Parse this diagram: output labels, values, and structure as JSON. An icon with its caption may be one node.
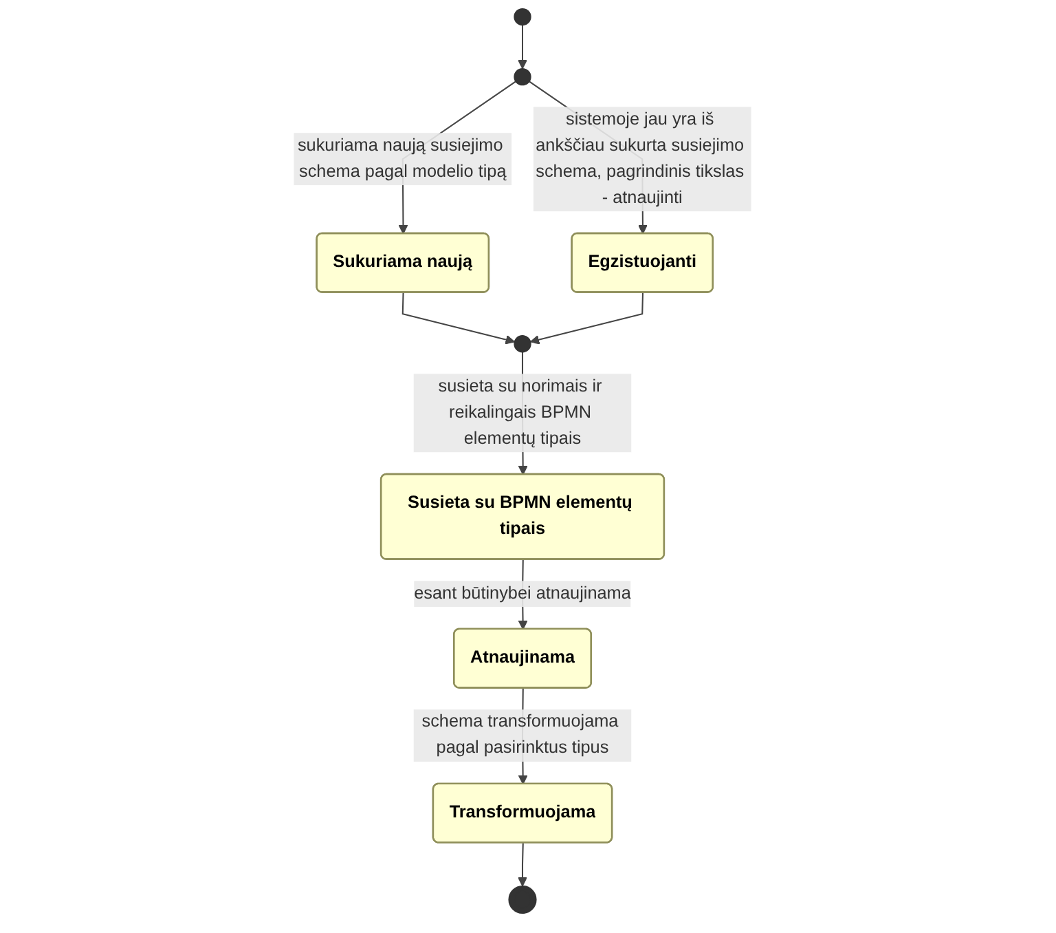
{
  "diagram": {
    "nodes": [
      {
        "text": [],
        "shape": "circle"
      },
      {
        "text": [],
        "shape": "circle"
      },
      {
        "text": [
          "Sukuriama naują"
        ]
      },
      {
        "text": [
          "Egzistuojanti"
        ]
      },
      {
        "text": [],
        "shape": "circle"
      },
      {
        "text": [
          "Susieta su BPMN elementų tipais"
        ]
      },
      {
        "text": [
          "Atnaujinama"
        ]
      },
      {
        "text": [
          "Transformuojama"
        ]
      },
      {
        "text": [],
        "shape": "bullseye"
      }
    ],
    "edges": [
      {
        "from": 0,
        "to": 1,
        "arrow": "to"
      },
      {
        "from": 1,
        "to": 2,
        "arrow": "to",
        "label": "sukuriama naują susiejimo schema pagal modelio tipą"
      },
      {
        "from": 1,
        "to": 3,
        "arrow": "to",
        "label": "sistemoje jau yra iš ankščiau sukurta susiejimo schema, pagrindinis tikslas - atnaujinti"
      },
      {
        "from": 2,
        "to": 4,
        "arrow": "to"
      },
      {
        "from": 3,
        "to": 4,
        "arrow": "to"
      },
      {
        "from": 4,
        "to": 5,
        "arrow": "to",
        "label": "susieta su norimais ir reikalingais BPMN elementų tipais"
      },
      {
        "from": 5,
        "to": 6,
        "arrow": "to",
        "label": "esant būtinybei atnaujinama"
      },
      {
        "from": 6,
        "to": 7,
        "arrow": "to",
        "label": "schema transformuojama pagal pasirinktus tipus"
      },
      {
        "from": 7,
        "to": 8,
        "arrow": "to"
      }
    ]
  }
}
